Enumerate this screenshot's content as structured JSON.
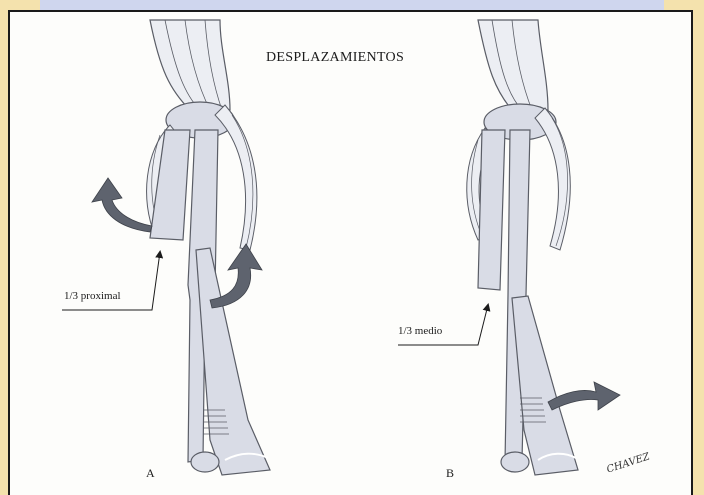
{
  "figure": {
    "title": "DESPLAZAMIENTOS",
    "panel_a": {
      "label": "A",
      "callout": "1/3 proximal"
    },
    "panel_b": {
      "label": "B",
      "callout": "1/3 medio"
    },
    "signature": "CHAVEZ"
  },
  "colors": {
    "bone_fill": "#d9dce6",
    "outline": "#5a5d66",
    "arrow": "#5e636e",
    "frame": "#1a1a1a",
    "watermark_blue": "#b7c0e3",
    "watermark_gold": "#f1d58a"
  },
  "icons": [
    "rotation-arrow-icon",
    "pointer-arrow-icon"
  ]
}
